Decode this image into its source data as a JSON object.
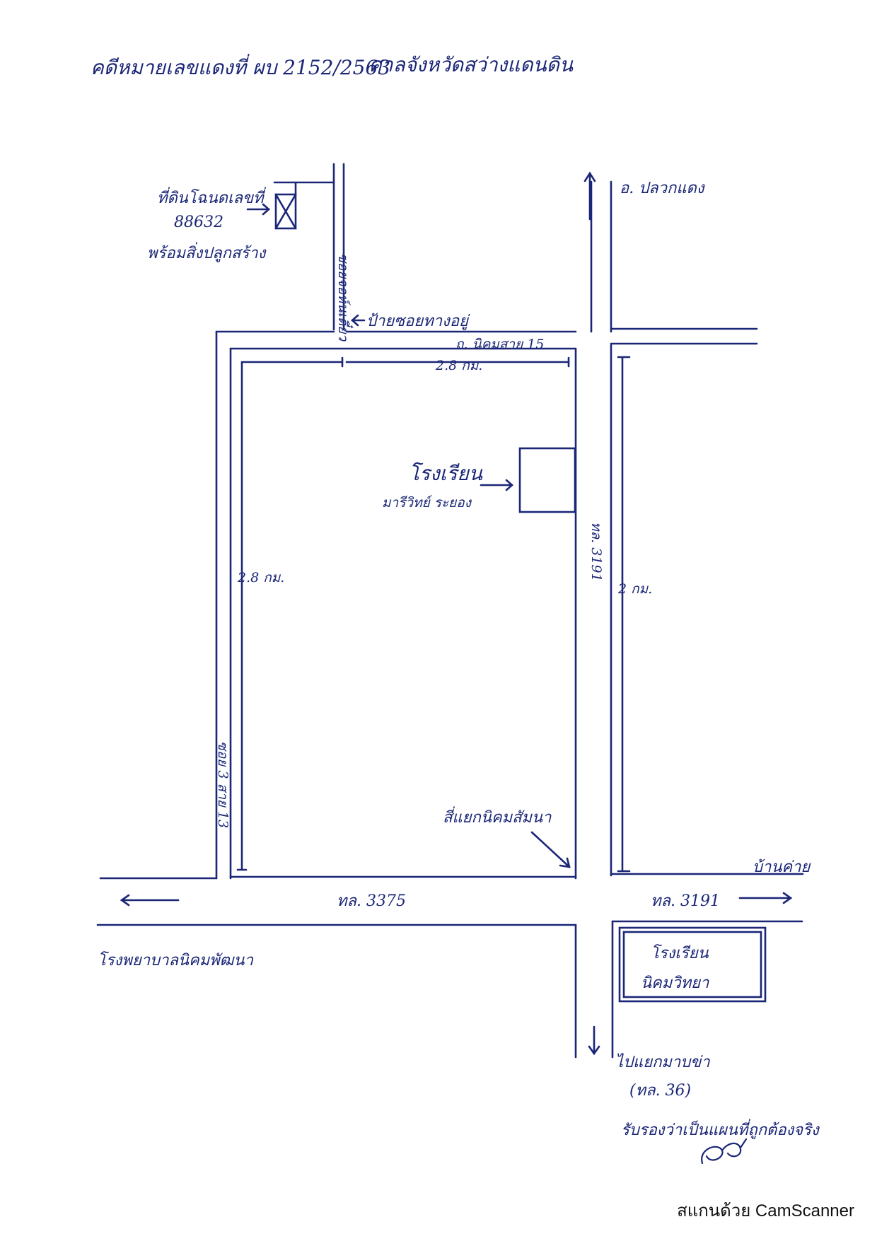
{
  "header": {
    "left": "คดีหมายเลขแดงที่ ผบ 2152/2563",
    "right": "ศาลจังหวัดสว่างแดนดิน"
  },
  "labels": {
    "land_title": "ที่ดินโฉนดเลขที่",
    "land_number": "88632",
    "land_with": "พร้อมสิ่งปลูกสร้าง",
    "soi_vertical": "ซอยจอห์นเดี๋ยว",
    "soi_sign": "ป้ายซอยทางอยู่",
    "road_top": "ถ. นิคมสาย 15",
    "dist_top": "2.8 กม.",
    "dist_left": "2.8 กม.",
    "dist_right": "2 กม.",
    "to_town": "อ. ปลวกแดง",
    "school1_line1": "โรงเรียน",
    "school1_line2": "มารีวิทย์ ระยอง",
    "route_3191": "ทล. 3191",
    "soi3": "ซอย 3 สาย 13",
    "junction": "สี่แยกนิคมสัมนา",
    "ban_khai": "บ้านค่าย",
    "route_3375": "ทล. 3375",
    "route_3191b": "ทล. 3191",
    "hospital": "โรงพยาบาลนิคมพัฒนา",
    "school2_line1": "โรงเรียน",
    "school2_line2": "นิคมวิทยา",
    "to_junction": "ไปแยกมาบข่า",
    "route_36": "(ทล. 36)",
    "certify": "รับรองว่าเป็นแผนที่ถูกต้องจริง"
  },
  "footer": {
    "scanner": "สแกนด้วย CamScanner"
  },
  "colors": {
    "ink": "#1b2677",
    "paper": "#ffffff"
  }
}
